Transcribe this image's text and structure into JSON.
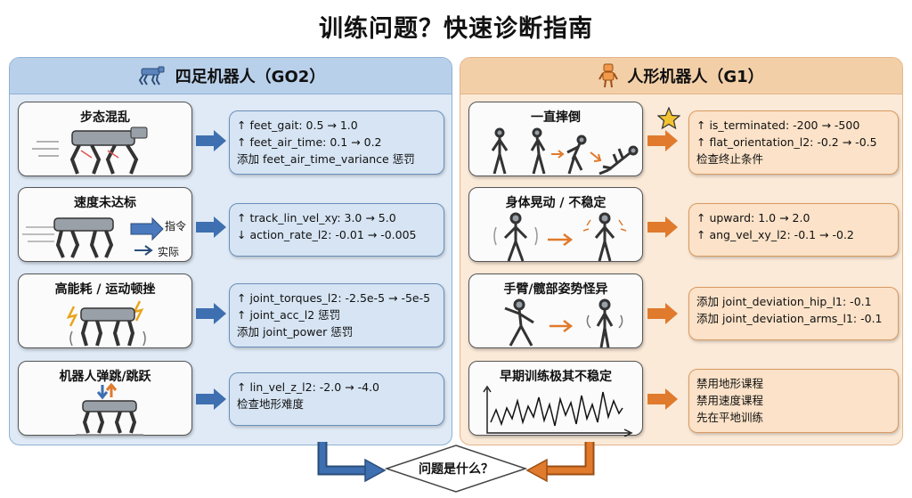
{
  "title": "训练问题？快速诊断指南",
  "left": {
    "header": "四足机器人（GO2）",
    "items": [
      {
        "problem": "步态混乱",
        "solutions": [
          "↑ feet_gait: 0.5 → 1.0",
          "↑ feet_air_time: 0.1 → 0.2",
          "添加 feet_air_time_variance 惩罚"
        ]
      },
      {
        "problem": "速度未达标",
        "labels": [
          "指令",
          "实际"
        ],
        "solutions": [
          "↑ track_lin_vel_xy: 3.0 → 5.0",
          "↓ action_rate_l2: -0.01 → -0.005"
        ]
      },
      {
        "problem": "高能耗 / 运动顿挫",
        "solutions": [
          "↑ joint_torques_l2: -2.5e-5 → -5e-5",
          "↑ joint_acc_l2 惩罚",
          "添加 joint_power 惩罚"
        ]
      },
      {
        "problem": "机器人弹跳/跳跃",
        "solutions": [
          "↑ lin_vel_z_l2: -2.0 → -4.0",
          "检查地形难度"
        ]
      }
    ]
  },
  "right": {
    "header": "人形机器人（G1）",
    "items": [
      {
        "problem": "一直摔倒",
        "solutions": [
          "↑ is_terminated: -200 → -500",
          "↑ flat_orientation_l2: -0.2 → -0.5",
          "检查终止条件"
        ]
      },
      {
        "problem": "身体晃动 / 不稳定",
        "solutions": [
          "↑ upward: 1.0 → 2.0",
          "↑ ang_vel_xy_l2: -0.1 → -0.2"
        ]
      },
      {
        "problem": "手臂/髋部姿势怪异",
        "solutions": [
          "添加 joint_deviation_hip_l1: -0.1",
          "添加 joint_deviation_arms_l1: -0.1"
        ]
      },
      {
        "problem": "早期训练极其不稳定",
        "solutions": [
          "禁用地形课程",
          "禁用速度课程",
          "先在平地训练"
        ]
      }
    ]
  },
  "question": "问题是什么？",
  "colors": {
    "blue": "#3e6fb0",
    "orange": "#e07a2c",
    "star": "#f2c230"
  }
}
